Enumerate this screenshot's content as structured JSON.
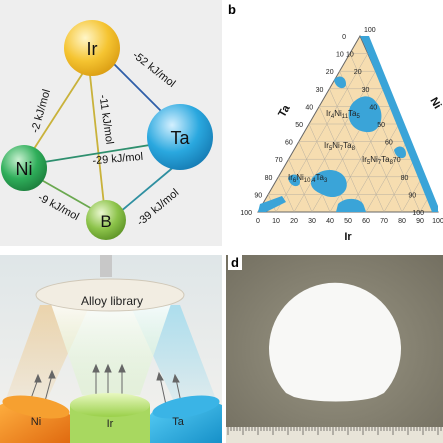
{
  "panels": {
    "b": {
      "label": "b"
    },
    "d": {
      "label": "d"
    }
  },
  "panel_a": {
    "nodes": [
      {
        "id": "ir",
        "label": "Ir",
        "color": "#f5c431"
      },
      {
        "id": "ta",
        "label": "Ta",
        "color": "#2aa8df"
      },
      {
        "id": "ni",
        "label": "Ni",
        "color": "#2fae5a"
      },
      {
        "id": "b",
        "label": "B",
        "color": "#8cc34a"
      }
    ],
    "energies": {
      "ir_ta": "-52 kJ/mol",
      "ir_ni": "-2 kJ/mol",
      "ir_b": "-11 kJ/mol",
      "ni_ta": "-29 kJ/mol",
      "ni_b": "-9 kJ/mol",
      "b_ta": "-39 kJ/mol"
    }
  },
  "panel_b": {
    "top_tick": "100",
    "left_ticks": [
      "10",
      "20",
      "30",
      "40",
      "50",
      "60",
      "70",
      "80",
      "90",
      "100"
    ],
    "right_ticks": [
      "0",
      "10",
      "20",
      "30",
      "40",
      "50",
      "60",
      "70",
      "80",
      "90",
      "100"
    ],
    "bottom_ticks": [
      "0",
      "10",
      "20",
      "30",
      "40",
      "50",
      "60",
      "70",
      "80",
      "90",
      "100"
    ],
    "axis_left": "Ta",
    "axis_right": "Ni",
    "axis_bottom": "Ir",
    "compositions": [
      {
        "sym1": "Ir",
        "sub1": "4",
        "sym2": "Ni",
        "sub2": "11",
        "sym3": "Ta",
        "sub3": "5"
      },
      {
        "sym1": "Ir",
        "sub1": "5",
        "sym2": "Ni",
        "sub2": "7",
        "sym3": "Ta",
        "sub3": "8"
      },
      {
        "sym1": "Ir",
        "sub1": "5",
        "sym2": "Ni",
        "sub2": "7",
        "sym3": "Ta",
        "sub3": "8"
      },
      {
        "sym1": "Ir",
        "sub1": "6",
        "sym2": "Ni",
        "sub2": "10.4",
        "sym3": "Ta",
        "sub3": "3"
      }
    ]
  },
  "panel_c": {
    "library_label": "Alloy library",
    "targets": [
      "Ni",
      "Ir",
      "Ta"
    ]
  }
}
